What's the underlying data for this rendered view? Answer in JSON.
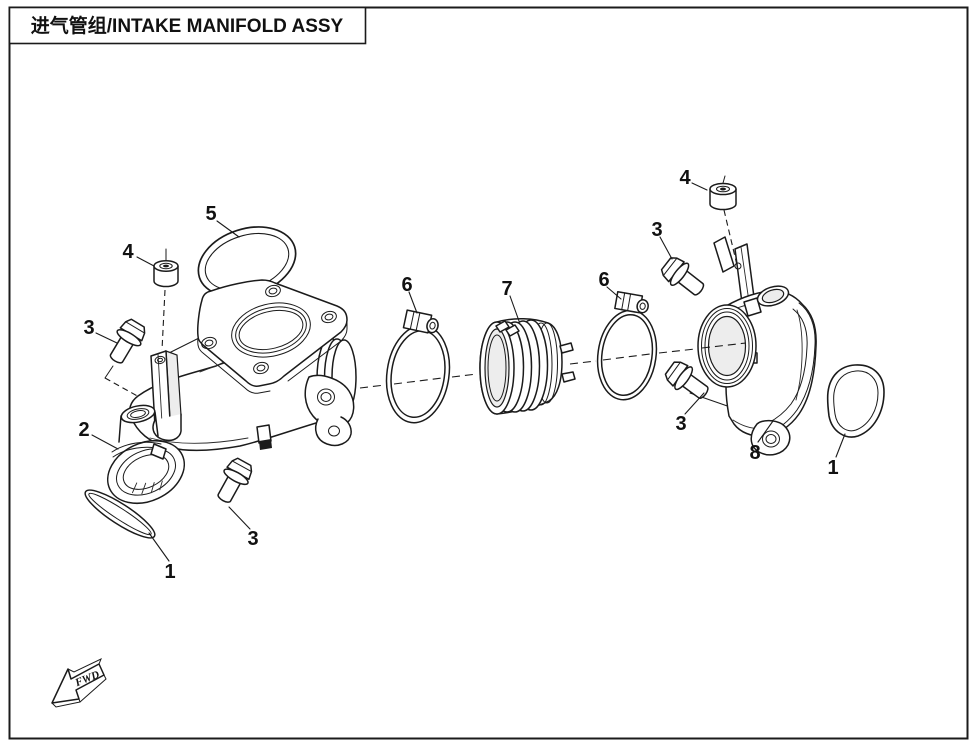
{
  "title": {
    "text": "进气管组/INTAKE MANIFOLD ASSY"
  },
  "fwd_arrow": {
    "label": "FWD"
  },
  "callouts": [
    {
      "num": "5"
    },
    {
      "num": "4"
    },
    {
      "num": "3"
    },
    {
      "num": "2"
    },
    {
      "num": "1"
    },
    {
      "num": "3"
    },
    {
      "num": "6"
    },
    {
      "num": "7"
    },
    {
      "num": "6"
    },
    {
      "num": "3"
    },
    {
      "num": "4"
    },
    {
      "num": "3"
    },
    {
      "num": "8"
    },
    {
      "num": "1"
    }
  ],
  "colors": {
    "line": "#1b1b1b",
    "background": "#ffffff"
  }
}
